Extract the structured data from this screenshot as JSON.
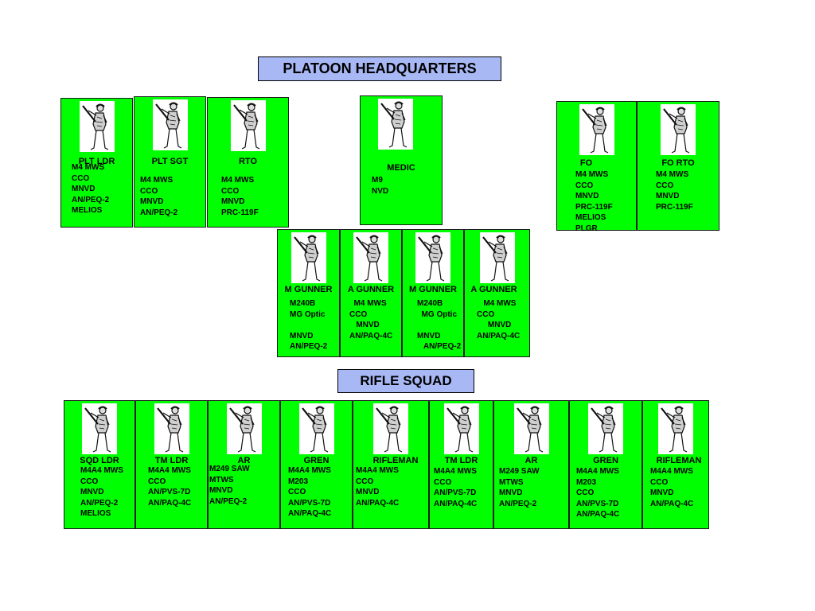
{
  "headquarters": {
    "title": "PLATOON HEADQUARTERS",
    "positions": [
      {
        "role": "PLT LDR",
        "equipment": "M4 MWS\nCCO\nMNVD\nAN/PEQ-2\nMELIOS"
      },
      {
        "role": "PLT SGT",
        "equipment": "M4 MWS\nCCO\nMNVD\nAN/PEQ-2"
      },
      {
        "role": "RTO",
        "equipment": "M4 MWS\nCCO\nMNVD\nPRC-119F"
      },
      {
        "role": "MEDIC",
        "equipment": "M9\nNVD"
      },
      {
        "role": "FO",
        "equipment": "M4 MWS\nCCO\nMNVD\nPRC-119F\nMELIOS\nPLGR"
      },
      {
        "role": "FO RTO",
        "equipment": "M4 MWS\nCCO\nMNVD\nPRC-119F"
      }
    ],
    "weapons_team": [
      {
        "role": "M GUNNER",
        "equipment": "M240B\nMG Optic\n\nMNVD\nAN/PEQ-2"
      },
      {
        "role": "A GUNNER",
        "equipment": "  M4 MWS\nCCO\n   MNVD\nAN/PAQ-4C"
      },
      {
        "role": "M GUNNER",
        "equipment": "M240B\n  MG Optic\n\nMNVD\n   AN/PEQ-2"
      },
      {
        "role": "A GUNNER",
        "equipment": "   M4 MWS\nCCO\n     MNVD\nAN/PAQ-4C"
      }
    ]
  },
  "rifle_squad": {
    "title": "RIFLE SQUAD",
    "positions": [
      {
        "role": "SQD LDR",
        "equipment": "M4A4 MWS\nCCO\nMNVD\nAN/PEQ-2\nMELIOS"
      },
      {
        "role": "TM LDR",
        "equipment": "M4A4 MWS\nCCO\nAN/PVS-7D\nAN/PAQ-4C"
      },
      {
        "role": "AR",
        "equipment": "M249 SAW\nMTWS\nMNVD\nAN/PEQ-2"
      },
      {
        "role": "GREN",
        "equipment": "M4A4 MWS\nM203\nCCO\nAN/PVS-7D\nAN/PAQ-4C"
      },
      {
        "role": "RIFLEMAN",
        "equipment": "M4A4 MWS\nCCO\nMNVD\nAN/PAQ-4C"
      },
      {
        "role": "TM LDR",
        "equipment": "M4A4 MWS\nCCO\nAN/PVS-7D\nAN/PAQ-4C"
      },
      {
        "role": "AR",
        "equipment": "M249 SAW\nMTWS\nMNVD\nAN/PEQ-2"
      },
      {
        "role": "GREN",
        "equipment": "M4A4 MWS\nM203\nCCO\nAN/PVS-7D\nAN/PAQ-4C"
      },
      {
        "role": "RIFLEMAN",
        "equipment": "M4A4 MWS\nCCO\nMNVD\nAN/PAQ-4C"
      }
    ]
  },
  "icons": {
    "soldier": "soldier-figure-icon"
  },
  "colors": {
    "card": "#00ff00",
    "banner": "#a8b8f5"
  }
}
